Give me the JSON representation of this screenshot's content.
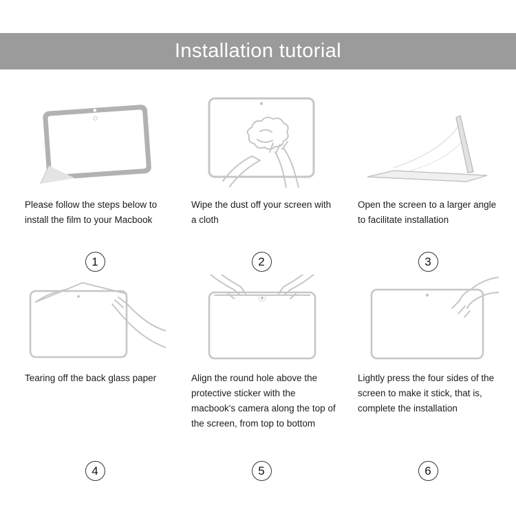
{
  "header": {
    "title": "Installation tutorial"
  },
  "colors": {
    "banner_bg": "#9b9b9b",
    "banner_text": "#ffffff",
    "line_art": "#c6c6c6",
    "device_fill": "#b2b2b2",
    "caption_text": "#1c1c1c"
  },
  "steps": [
    {
      "number": "1",
      "icon": "macbook-peeling-film-illustration",
      "caption": "Please follow the steps below to install the film to your Macbook"
    },
    {
      "number": "2",
      "icon": "wipe-screen-with-cloth-illustration",
      "caption": "Wipe the dust off your screen with a cloth"
    },
    {
      "number": "3",
      "icon": "open-laptop-wide-angle-illustration",
      "caption": "Open the screen to a larger angle to facilitate installation"
    },
    {
      "number": "4",
      "icon": "tear-back-glass-paper-illustration",
      "caption": "Tearing off the back glass paper"
    },
    {
      "number": "5",
      "icon": "align-film-with-camera-illustration",
      "caption": "Align the round hole above the protective sticker with the macbook's camera along the top of the screen, from top to bottom"
    },
    {
      "number": "6",
      "icon": "press-four-sides-illustration",
      "caption": "Lightly press the four sides of the screen to make it stick, that is, complete the installation"
    }
  ]
}
